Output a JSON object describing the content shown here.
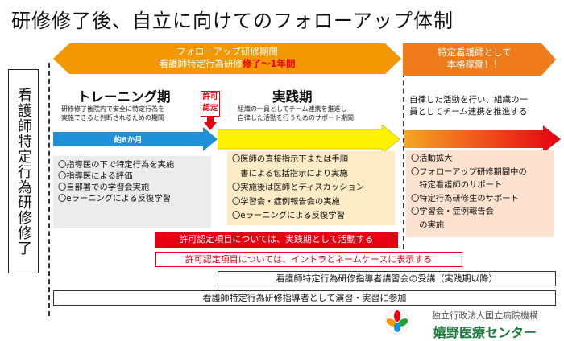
{
  "title": "研修修了後、自立に向けてのフォローアップ体制",
  "side_label": "看護師特定行為研修修了",
  "followup_banner": {
    "line1": "フォローアップ研修期間",
    "line2_prefix": "看護師特定行為研修",
    "line2_highlight": "修了～1年間"
  },
  "fulltime_banner": {
    "line1": "特定看護師として",
    "line2": "本格稼働！！"
  },
  "training": {
    "title": "トレーニング期",
    "desc_line1": "研修修了後院内で安全に特定行為を",
    "desc_line2": "実施できると判断されるための期間",
    "duration": "約6か月",
    "items": [
      "〇指導医の下で特定行為を実施",
      "〇指導医による評価",
      "〇自部署での学習会実施",
      "〇eラーニングによる反復学習"
    ]
  },
  "permission": {
    "line1": "許可",
    "line2": "認定"
  },
  "practice": {
    "title": "実践期",
    "desc_line1": "組織の一員としてチーム連携を推進し",
    "desc_line2": "自律した活動を行うためのサポート期間",
    "items": [
      "〇医師の直接指示下または手順",
      "　書による包括指示により実施",
      "〇実施後は医師とディスカッション",
      "〇学習会・症例報告会の実施",
      "〇eラーニングによる反復学習"
    ]
  },
  "fulltime": {
    "desc_line1": "自律した活動を行い、組織の一",
    "desc_line2": "員としてチーム連携を推進する",
    "items": [
      "〇活動拡大",
      "〇フォローアップ研修期間中の",
      "　特定看護師のサポート",
      "〇特定行為研修生のサポート",
      "〇学習会・症例報告会",
      "　の実施"
    ]
  },
  "bars": {
    "red_bar": "許可認定項目については、実践期として活動する",
    "red_outline_bar": "許可認定項目については、イントラとネームケースに表示する",
    "lecture_bar": "看護師特定行為研修指導者講習会の受講（実践期以降）",
    "instructor_bar": "看護師特定行為研修指導者として演習・実習に参加"
  },
  "organization": {
    "line1": "独立行政法人国立病院機構",
    "line2": "嬉野医療センター"
  },
  "colors": {
    "orange": "#f39800",
    "red": "#e60012",
    "blue": "#1e90d8",
    "yellow": "#fff200",
    "grey_box": "#ececec",
    "beige_box": "#fdebc5",
    "peach_box": "#fde2d0"
  }
}
